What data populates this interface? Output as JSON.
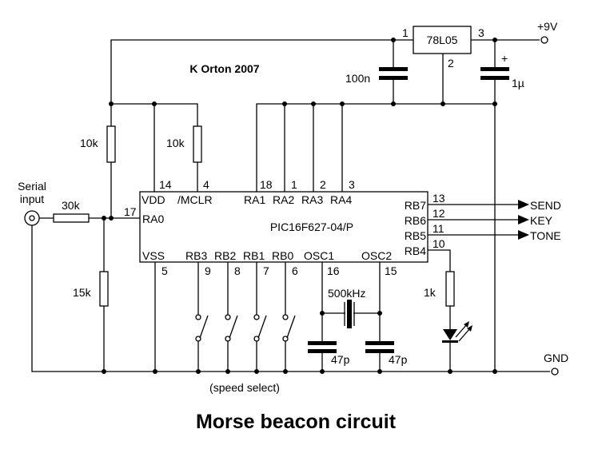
{
  "title": "Morse beacon circuit",
  "author": "K Orton 2007",
  "chip": {
    "name": "PIC16F627-04/P",
    "top_pins": [
      {
        "label": "VDD",
        "num": "14"
      },
      {
        "label": "/MCLR",
        "num": "4"
      },
      {
        "label": "RA1",
        "num": "18"
      },
      {
        "label": "RA2",
        "num": "1"
      },
      {
        "label": "RA3",
        "num": "2"
      },
      {
        "label": "RA4",
        "num": "3"
      }
    ],
    "left_pin": {
      "label": "RA0",
      "num": "17"
    },
    "bottom_pins": [
      {
        "label": "VSS",
        "num": "5"
      },
      {
        "label": "RB3",
        "num": "9"
      },
      {
        "label": "RB2",
        "num": "8"
      },
      {
        "label": "RB1",
        "num": "7"
      },
      {
        "label": "RB0",
        "num": "6"
      },
      {
        "label": "OSC1",
        "num": "16"
      },
      {
        "label": "OSC2",
        "num": "15"
      }
    ],
    "right_pins": [
      {
        "label": "RB7",
        "num": "13",
        "signal": "SEND"
      },
      {
        "label": "RB6",
        "num": "12",
        "signal": "KEY"
      },
      {
        "label": "RB5",
        "num": "11",
        "signal": "TONE"
      },
      {
        "label": "RB4",
        "num": "10"
      }
    ]
  },
  "regulator": {
    "name": "78L05",
    "pin_in": "1",
    "pin_gnd": "2",
    "pin_out": "3"
  },
  "components": {
    "r_pullup_ra0": "10k",
    "r_mclr": "10k",
    "r_series": "30k",
    "r_pulldown": "15k",
    "r_led": "1k",
    "c_in": "100n",
    "c_out": "1µ",
    "c_out_polarity": "+",
    "crystal": "500kHz",
    "c_osc1": "47p",
    "c_osc2": "47p"
  },
  "labels": {
    "serial_input": [
      "Serial",
      "input"
    ],
    "supply": "+9V",
    "ground": "GND",
    "speed_select": "(speed select)"
  }
}
